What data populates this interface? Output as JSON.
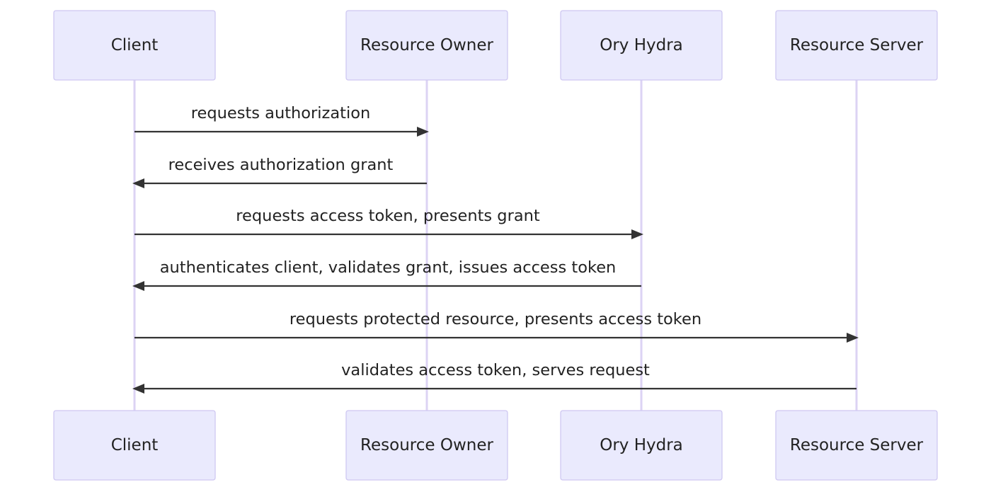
{
  "participants": [
    {
      "id": "client",
      "label": "Client"
    },
    {
      "id": "resource-owner",
      "label": "Resource Owner"
    },
    {
      "id": "ory-hydra",
      "label": "Ory Hydra"
    },
    {
      "id": "resource-server",
      "label": "Resource Server"
    }
  ],
  "messages": [
    {
      "from": "client",
      "to": "resource-owner",
      "label": "requests authorization"
    },
    {
      "from": "resource-owner",
      "to": "client",
      "label": "receives authorization grant"
    },
    {
      "from": "client",
      "to": "ory-hydra",
      "label": "requests access token, presents grant"
    },
    {
      "from": "ory-hydra",
      "to": "client",
      "label": "authenticates client, validates grant, issues access token"
    },
    {
      "from": "client",
      "to": "resource-server",
      "label": "requests protected resource, presents access token"
    },
    {
      "from": "resource-server",
      "to": "client",
      "label": "validates access token, serves request"
    }
  ],
  "colors": {
    "actor_fill": "#eaeafd",
    "actor_stroke": "#cfc8f2",
    "lifeline": "#dcd3f4",
    "message": "#333333",
    "text": "#222222"
  }
}
